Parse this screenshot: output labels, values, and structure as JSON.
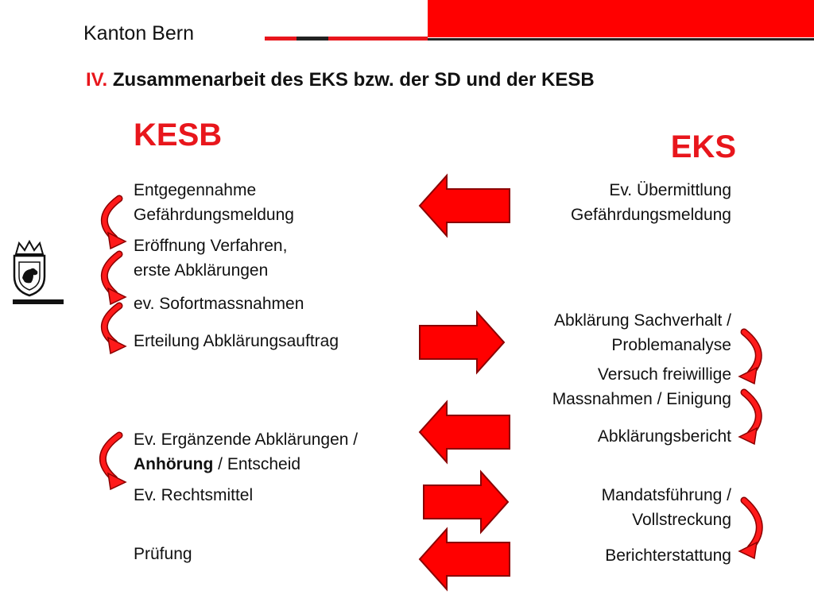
{
  "header": {
    "org": "Kanton Bern",
    "title_prefix": "IV.",
    "title": "Zusammenarbeit des EKS bzw. der SD und der KESB"
  },
  "columns": {
    "left_heading": "KESB",
    "right_heading": "EKS"
  },
  "left_items": [
    {
      "line1": "Entgegennahme",
      "line2": "Gefährdungsmeldung"
    },
    {
      "line1": "Eröffnung Verfahren,",
      "line2": "erste Abklärungen"
    },
    {
      "line1": "ev. Sofortmassnahmen"
    },
    {
      "line1": "Erteilung Abklärungsauftrag"
    },
    {
      "line1": "Ev. Ergänzende Abklärungen /",
      "bold": "Anhörung",
      "rest": " / Entscheid"
    },
    {
      "line1": "Ev. Rechtsmittel"
    },
    {
      "line1": "Prüfung"
    }
  ],
  "right_items": [
    {
      "line1": "Ev. Übermittlung",
      "line2": "Gefährdungsmeldung"
    },
    {
      "line1": "Abklärung Sachverhalt /",
      "line2": "Problemanalyse"
    },
    {
      "line1": "Versuch freiwillige",
      "line2": "Massnahmen / Einigung"
    },
    {
      "line1": "Abklärungsbericht"
    },
    {
      "line1": "Mandatsführung /",
      "line2": "Vollstreckung"
    },
    {
      "line1": "Berichterstattung"
    }
  ],
  "colors": {
    "accent": "#e8161c",
    "bar": "#ff0000",
    "text": "#111111"
  },
  "icons": {
    "logo": "bern-coat-of-arms-icon",
    "arrow_left": "arrow-left-icon",
    "arrow_right": "arrow-right-icon",
    "curved": "curved-arrow-icon"
  }
}
